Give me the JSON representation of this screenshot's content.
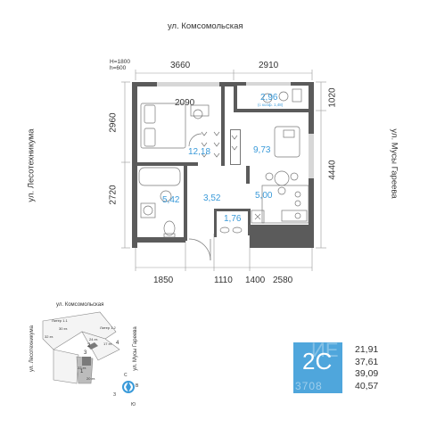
{
  "streets": {
    "top": "ул. Комсомольская",
    "left": "ул. Лесотехникума",
    "right": "ул. Мусы Гареева"
  },
  "ceiling": {
    "line1": "H=1800",
    "line2": "h=600"
  },
  "dimensions": {
    "top_left": "3660",
    "top_right": "2910",
    "inner_top": "2090",
    "left_upper": "2960",
    "left_lower": "2720",
    "right_upper": "1020",
    "right_lower": "4440",
    "bottom": [
      "1850",
      "1110",
      "1400",
      "2580"
    ]
  },
  "rooms": [
    {
      "area": "2,96",
      "note": "(с коэф. 1,48)"
    },
    {
      "area": "12,18"
    },
    {
      "area": "9,73"
    },
    {
      "area": "5,42"
    },
    {
      "area": "3,52"
    },
    {
      "area": "5,00"
    },
    {
      "area": "1,76"
    }
  ],
  "site_map": {
    "street_top": "ул. Комсомольская",
    "street_left": "ул. Лесотехникума",
    "street_right": "ул. Мусы Гареева",
    "labels": [
      "Литер 1.1",
      "Литер 1.2",
      "30 эт.",
      "32 эт.",
      "24 эт.",
      "17 эт.",
      "22 эт.",
      "20 эт."
    ],
    "numbers": [
      "2",
      "3",
      "4",
      "1"
    ],
    "compass": [
      "С",
      "В",
      "З",
      "Ю"
    ]
  },
  "badge": {
    "code": "2С",
    "faint_text": "3708",
    "faint_top": "ИЕ"
  },
  "stats": [
    "21,91",
    "37,61",
    "39,09",
    "40,57"
  ],
  "colors": {
    "accent": "#4fa6dc",
    "walls": "#5b5b5b",
    "area_text": "#3a9ad9"
  }
}
